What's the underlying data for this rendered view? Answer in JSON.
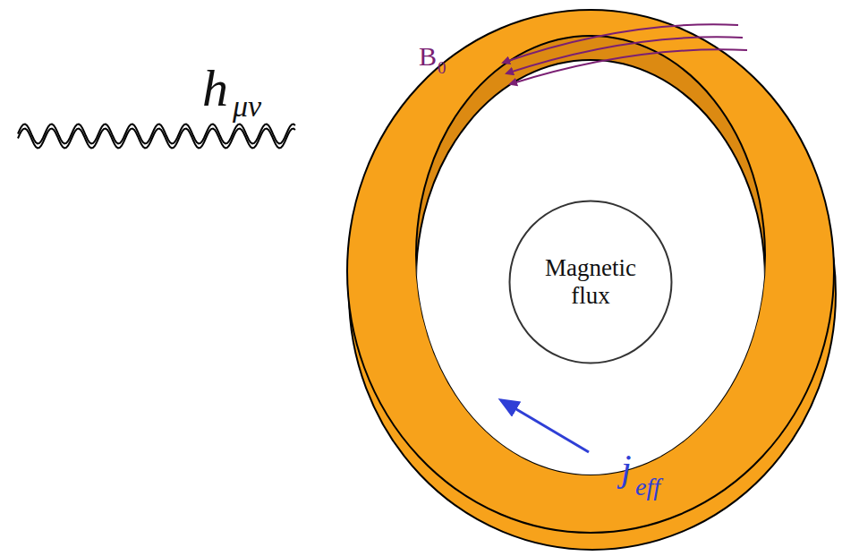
{
  "diagram": {
    "nodes": [
      {
        "text": [
          "Magnetic flux"
        ]
      }
    ],
    "labels": [
      "h",
      "μν",
      "B",
      "0",
      "j",
      "eff"
    ]
  }
}
